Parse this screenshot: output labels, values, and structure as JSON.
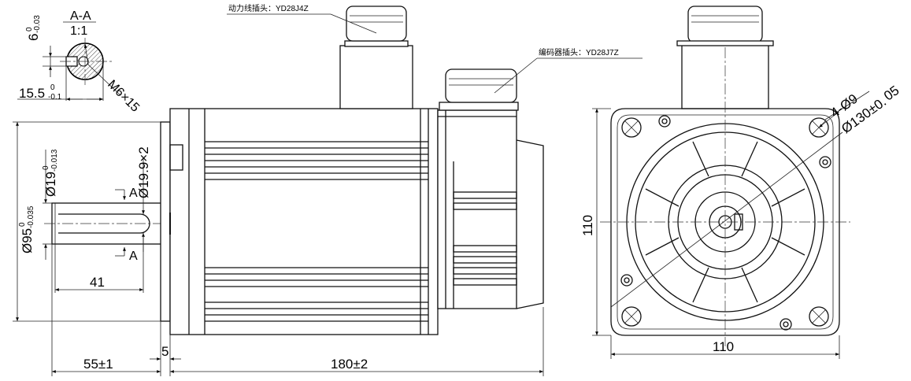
{
  "section": {
    "label": "A-A",
    "scale": "1:1",
    "key_width": "6",
    "key_width_tol_upper": "0",
    "key_width_tol_lower": "-0.03",
    "key_depth": "15.5",
    "key_depth_tol_upper": "0",
    "key_depth_tol_lower": "-0.1",
    "thread": "M6×15"
  },
  "connectors": {
    "power_label": "动力线插头：YD28J4Z",
    "encoder_label": "编码器插头：YD28J7Z"
  },
  "side_view": {
    "pilot_dia": "Ø95",
    "pilot_tol_upper": "0",
    "pilot_tol_lower": "-0.035",
    "shaft_dia": "Ø19",
    "shaft_tol_upper": "0",
    "shaft_tol_lower": "-0.013",
    "key_len": "Ø19.9×2",
    "section_mark": "A",
    "key_length": "41",
    "shaft_length": "55±1",
    "flange_thick": "5",
    "body_length": "180±2"
  },
  "front_view": {
    "holes": "4-Ø9",
    "pcd": "Ø130±0.",
    "pcd_tol": "05",
    "height": "110",
    "width": "110"
  }
}
